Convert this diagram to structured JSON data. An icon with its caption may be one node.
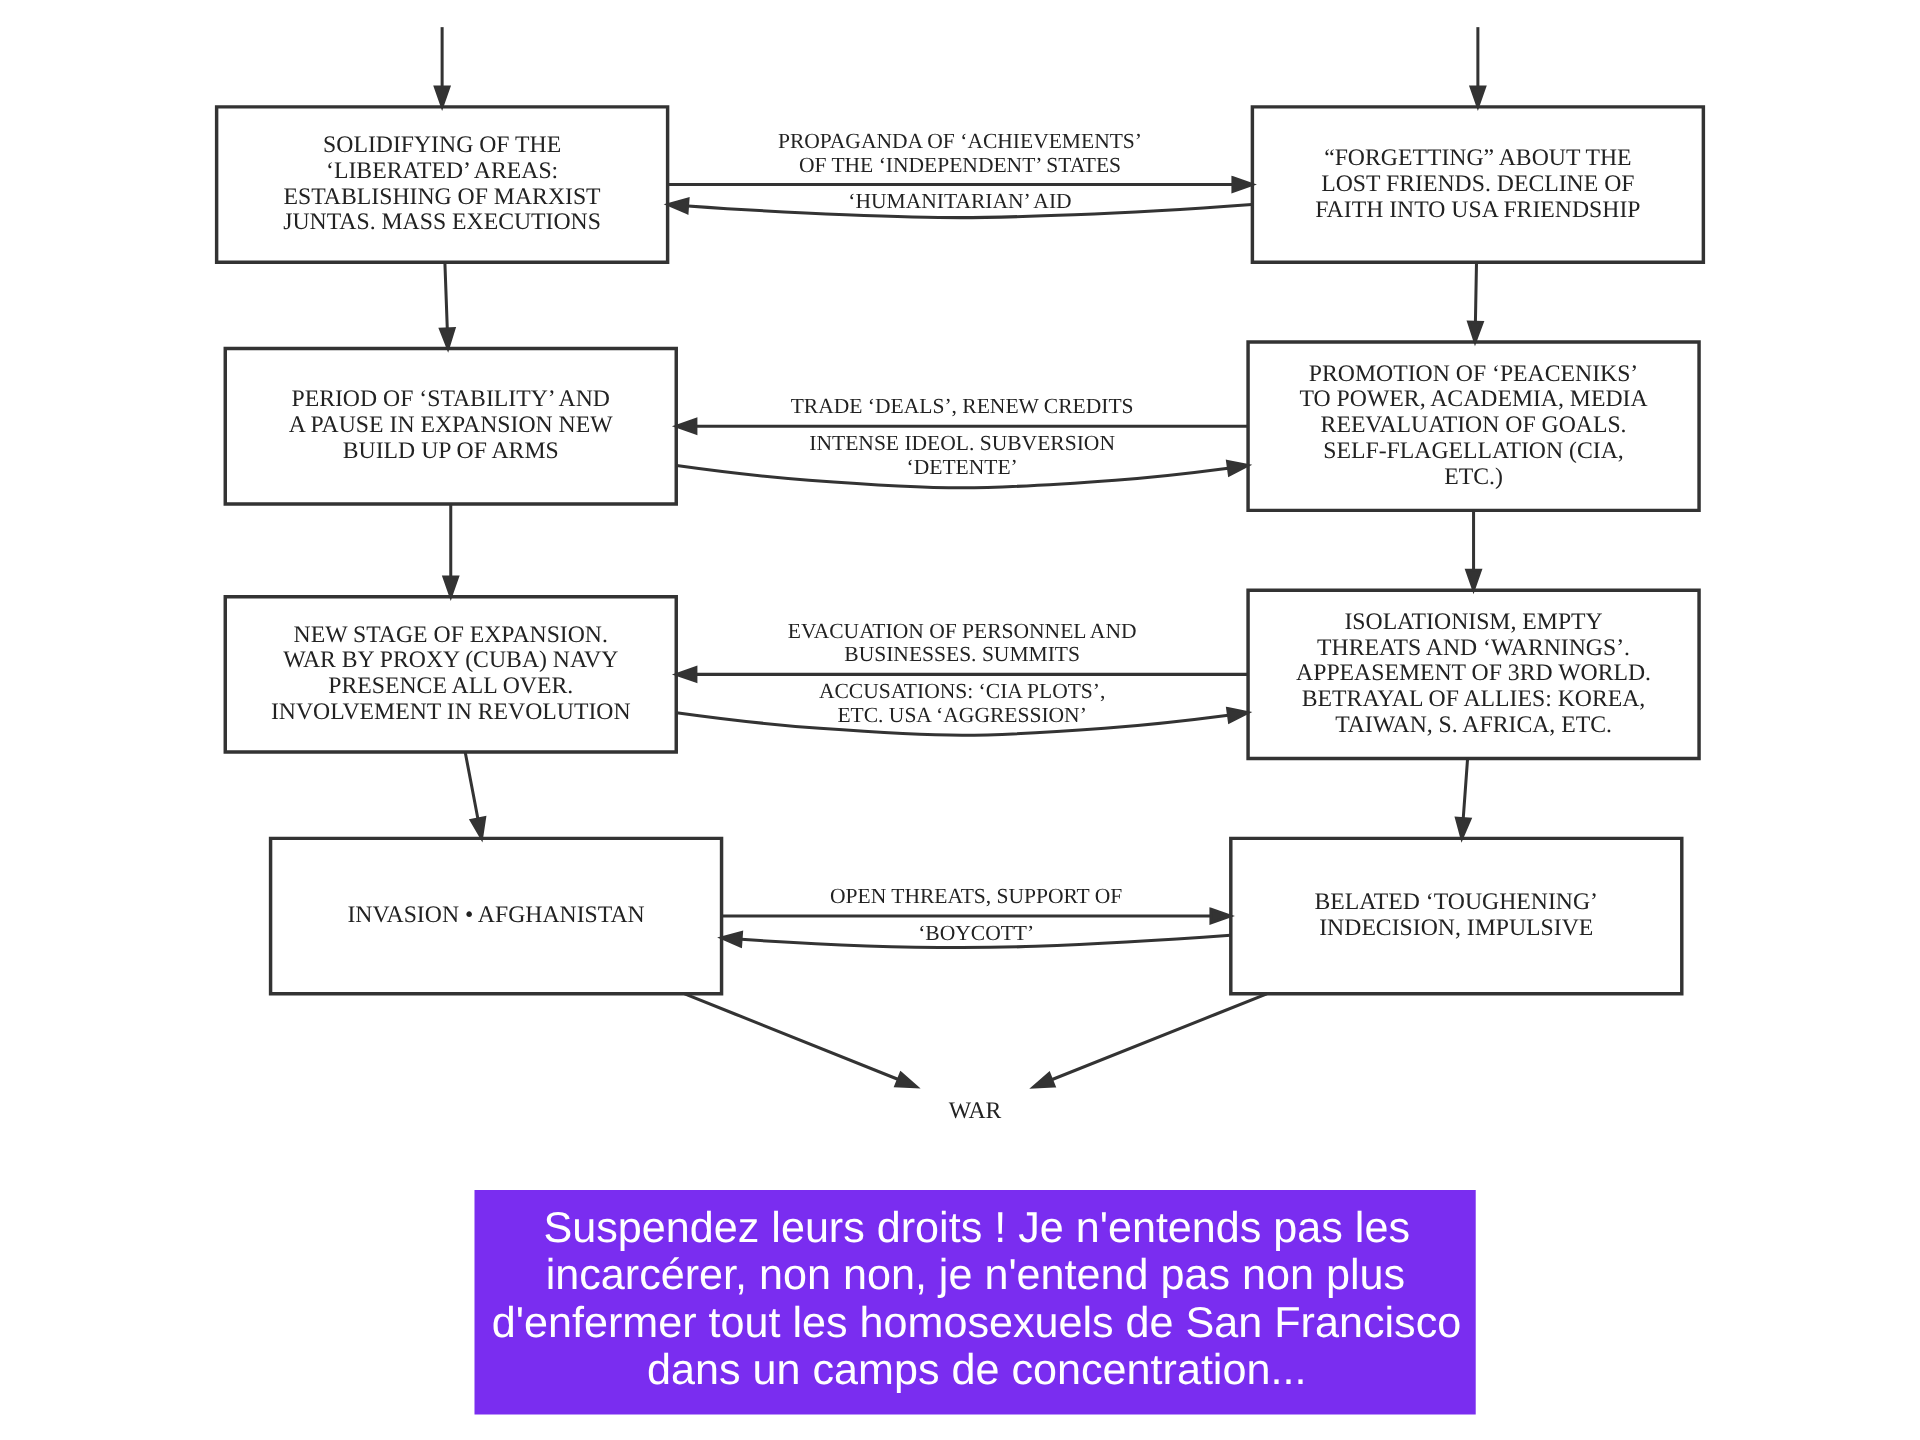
{
  "diagram": {
    "nodes": [
      {
        "text": [
          "SOLIDIFYING OF THE ‘LIBERATED’ AREAS: ESTABLISHING OF MARXIST JUNTAS. MASS EXECUTIONS"
        ]
      },
      {
        "text": [
          "“FORGETTING” ABOUT THE LOST FRIENDS. DECLINE OF FAITH INTO USA FRIENDSHIP"
        ]
      },
      {
        "text": [
          "PERIOD OF ‘STABILITY’ AND A PAUSE IN EXPANSION NEW BUILD UP OF ARMS"
        ]
      },
      {
        "text": [
          "PROMOTION OF ‘PEACENIKS’ TO POWER, ACADEMIA, MEDIA REEVALUATION OF GOALS. SELF-FLAGELLATION (CIA, ETC.)"
        ]
      },
      {
        "text": [
          "NEW STAGE OF EXPANSION. WAR BY PROXY (CUBA) NAVY PRESENCE ALL OVER. INVOLVEMENT IN REVOLUTION"
        ]
      },
      {
        "text": [
          "ISOLATIONISM, EMPTY THREATS AND ‘WARNINGS’. APPEASEMENT OF 3RD WORLD. BETRAYAL OF ALLIES: KOREA, TAIWAN, S. AFRICA, ETC."
        ]
      },
      {
        "text": [
          "INVASION • AFGHANISTAN"
        ]
      },
      {
        "text": [
          "BELATED ‘TOUGHENING’ INDECISION, IMPULSIVE"
        ]
      },
      {
        "text": [
          "WAR"
        ]
      }
    ],
    "edges": [
      {
        "from": null,
        "to": 0,
        "arrow": "to"
      },
      {
        "from": null,
        "to": 1,
        "arrow": "to"
      },
      {
        "from": 0,
        "to": 1,
        "arrow": "to",
        "label": "PROPAGANDA OF ‘ACHIEVEMENTS’ OF THE ‘INDEPENDENT’ STATES"
      },
      {
        "from": 1,
        "to": 0,
        "arrow": "to",
        "label": "‘HUMANITARIAN’ AID"
      },
      {
        "from": 0,
        "to": 2,
        "arrow": "to"
      },
      {
        "from": 1,
        "to": 3,
        "arrow": "to"
      },
      {
        "from": 2,
        "to": 3,
        "arrow": "to",
        "label": "INTENSE IDEOL. SUBVERSION ‘DETENTE’"
      },
      {
        "from": 3,
        "to": 2,
        "arrow": "to",
        "label": "TRADE ‘DEALS’, RENEW CREDITS"
      },
      {
        "from": 2,
        "to": 4,
        "arrow": "to"
      },
      {
        "from": 3,
        "to": 5,
        "arrow": "to"
      },
      {
        "from": 4,
        "to": 5,
        "arrow": "to",
        "label": "ACCUSATIONS: ‘CIA PLOTS’, ETC. USA ‘AGGRESSION’"
      },
      {
        "from": 5,
        "to": 4,
        "arrow": "to",
        "label": "EVACUATION OF PERSONNEL AND BUSINESSES. SUMMITS"
      },
      {
        "from": 4,
        "to": 6,
        "arrow": "to"
      },
      {
        "from": 5,
        "to": 7,
        "arrow": "to"
      },
      {
        "from": 6,
        "to": 7,
        "arrow": "to",
        "label": "OPEN THREATS, SUPPORT OF"
      },
      {
        "from": 7,
        "to": 6,
        "arrow": "to",
        "label": "‘BOYCOTT’"
      },
      {
        "from": 6,
        "to": 8,
        "arrow": "to"
      },
      {
        "from": 7,
        "to": 8,
        "arrow": "to"
      }
    ],
    "labels": [
      "Suspendez leurs droits ! Je n'entends pas les incarcérer, non non, je n'entend pas non plus d'enfermer tout les homosexuels de San Francisco dans un camps de concentration..."
    ]
  }
}
